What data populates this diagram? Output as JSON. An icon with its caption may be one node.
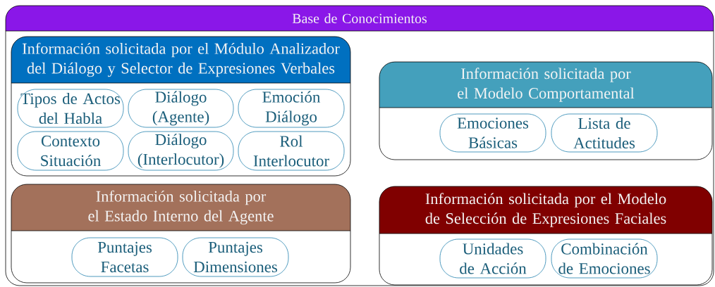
{
  "diagram": {
    "nodes": [
      {
        "text": [
          "Base de Conocimientos"
        ]
      },
      {
        "text": [
          "Información solicitada por el Módulo Analizador del Diálogo y Selector de Expresiones Verbales"
        ],
        "in": 0
      },
      {
        "text": [
          "Tipos de Actos del Habla"
        ],
        "in": 1
      },
      {
        "text": [
          "Diálogo (Agente)"
        ],
        "in": 1
      },
      {
        "text": [
          "Emoción Diálogo"
        ],
        "in": 1
      },
      {
        "text": [
          "Contexto Situación"
        ],
        "in": 1
      },
      {
        "text": [
          "Diálogo (Interlocutor)"
        ],
        "in": 1
      },
      {
        "text": [
          "Rol Interlocutor"
        ],
        "in": 1
      },
      {
        "text": [
          "Información solicitada por el Modelo Comportamental"
        ],
        "in": 0
      },
      {
        "text": [
          "Emociones Básicas"
        ],
        "in": 8
      },
      {
        "text": [
          "Lista de Actitudes"
        ],
        "in": 8
      },
      {
        "text": [
          "Información solicitada por el Estado Interno del Agente"
        ],
        "in": 0
      },
      {
        "text": [
          "Puntajes Facetas"
        ],
        "in": 11
      },
      {
        "text": [
          "Puntajes Dimensiones"
        ],
        "in": 11
      },
      {
        "text": [
          "Información solicitada por el Modelo de Selección de Expresiones Faciales"
        ],
        "in": 0
      },
      {
        "text": [
          "Unidades de Acción"
        ],
        "in": 14
      },
      {
        "text": [
          "Combinación de Emociones"
        ],
        "in": 14
      }
    ]
  }
}
